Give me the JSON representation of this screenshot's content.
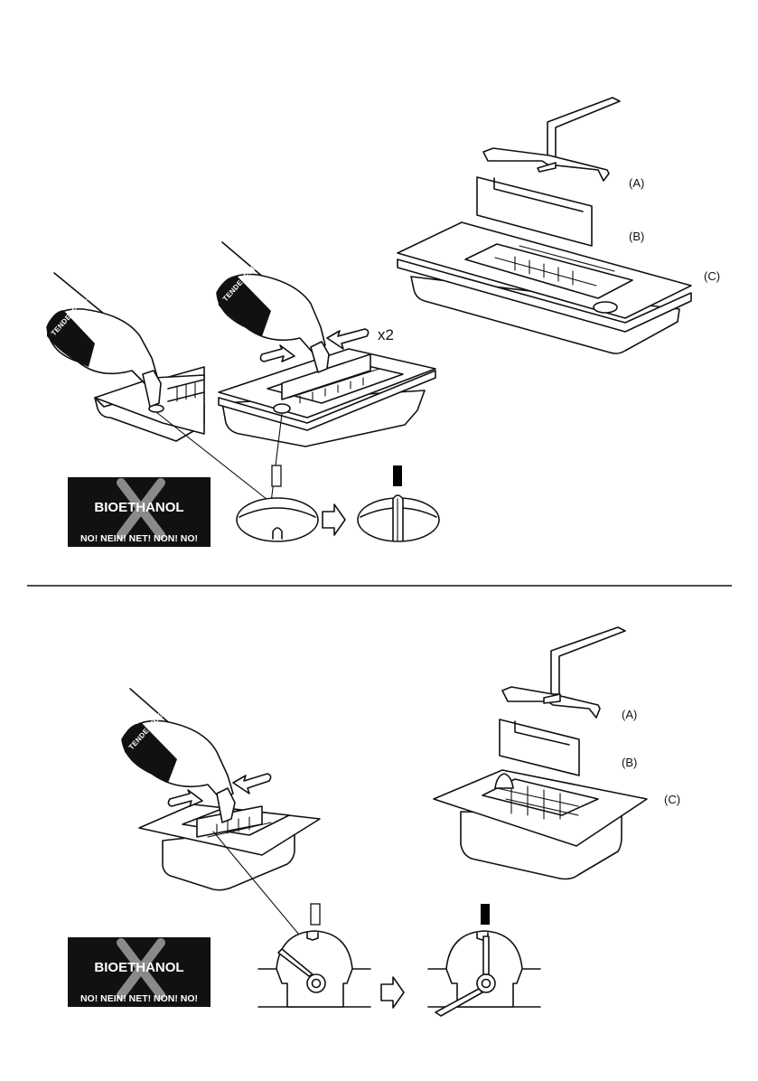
{
  "part_labels": {
    "a": "(A)",
    "b": "(B)",
    "c": "(C)"
  },
  "multiplier": "x2",
  "bottle_brand": "TENDERFUEL",
  "warning": {
    "fuel": "BIOETHANOL",
    "refusal": "NO! NEIN! NET! NON! NO!"
  },
  "colors": {
    "line": "#111111",
    "warning_background": "#111111",
    "cross": "#8a8a8a",
    "indicator_empty": "#ffffff",
    "indicator_full": "#000000"
  },
  "icons": {
    "empty": "empty-level-indicator-icon",
    "full": "full-level-indicator-icon",
    "arrow": "hollow-right-arrow-icon",
    "prohibited": "cross-icon"
  }
}
